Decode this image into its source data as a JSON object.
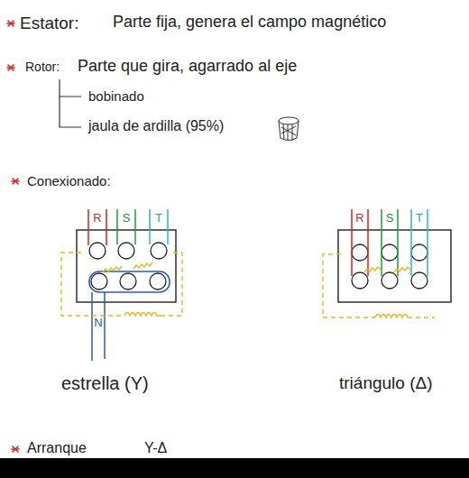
{
  "diagram": {
    "labels": [
      "Estator:",
      "Parte fija, genera el campo magnético",
      "Rotor:",
      "Parte que gira, agarrado al eje",
      "bobinado",
      "jaula de ardilla (95%)",
      "Conexionado:",
      "R",
      "S",
      "T",
      "N",
      "estrella (Y)",
      "R",
      "S",
      "T",
      "triángulo (Δ)",
      "Arranque",
      "Y-Δ"
    ]
  }
}
